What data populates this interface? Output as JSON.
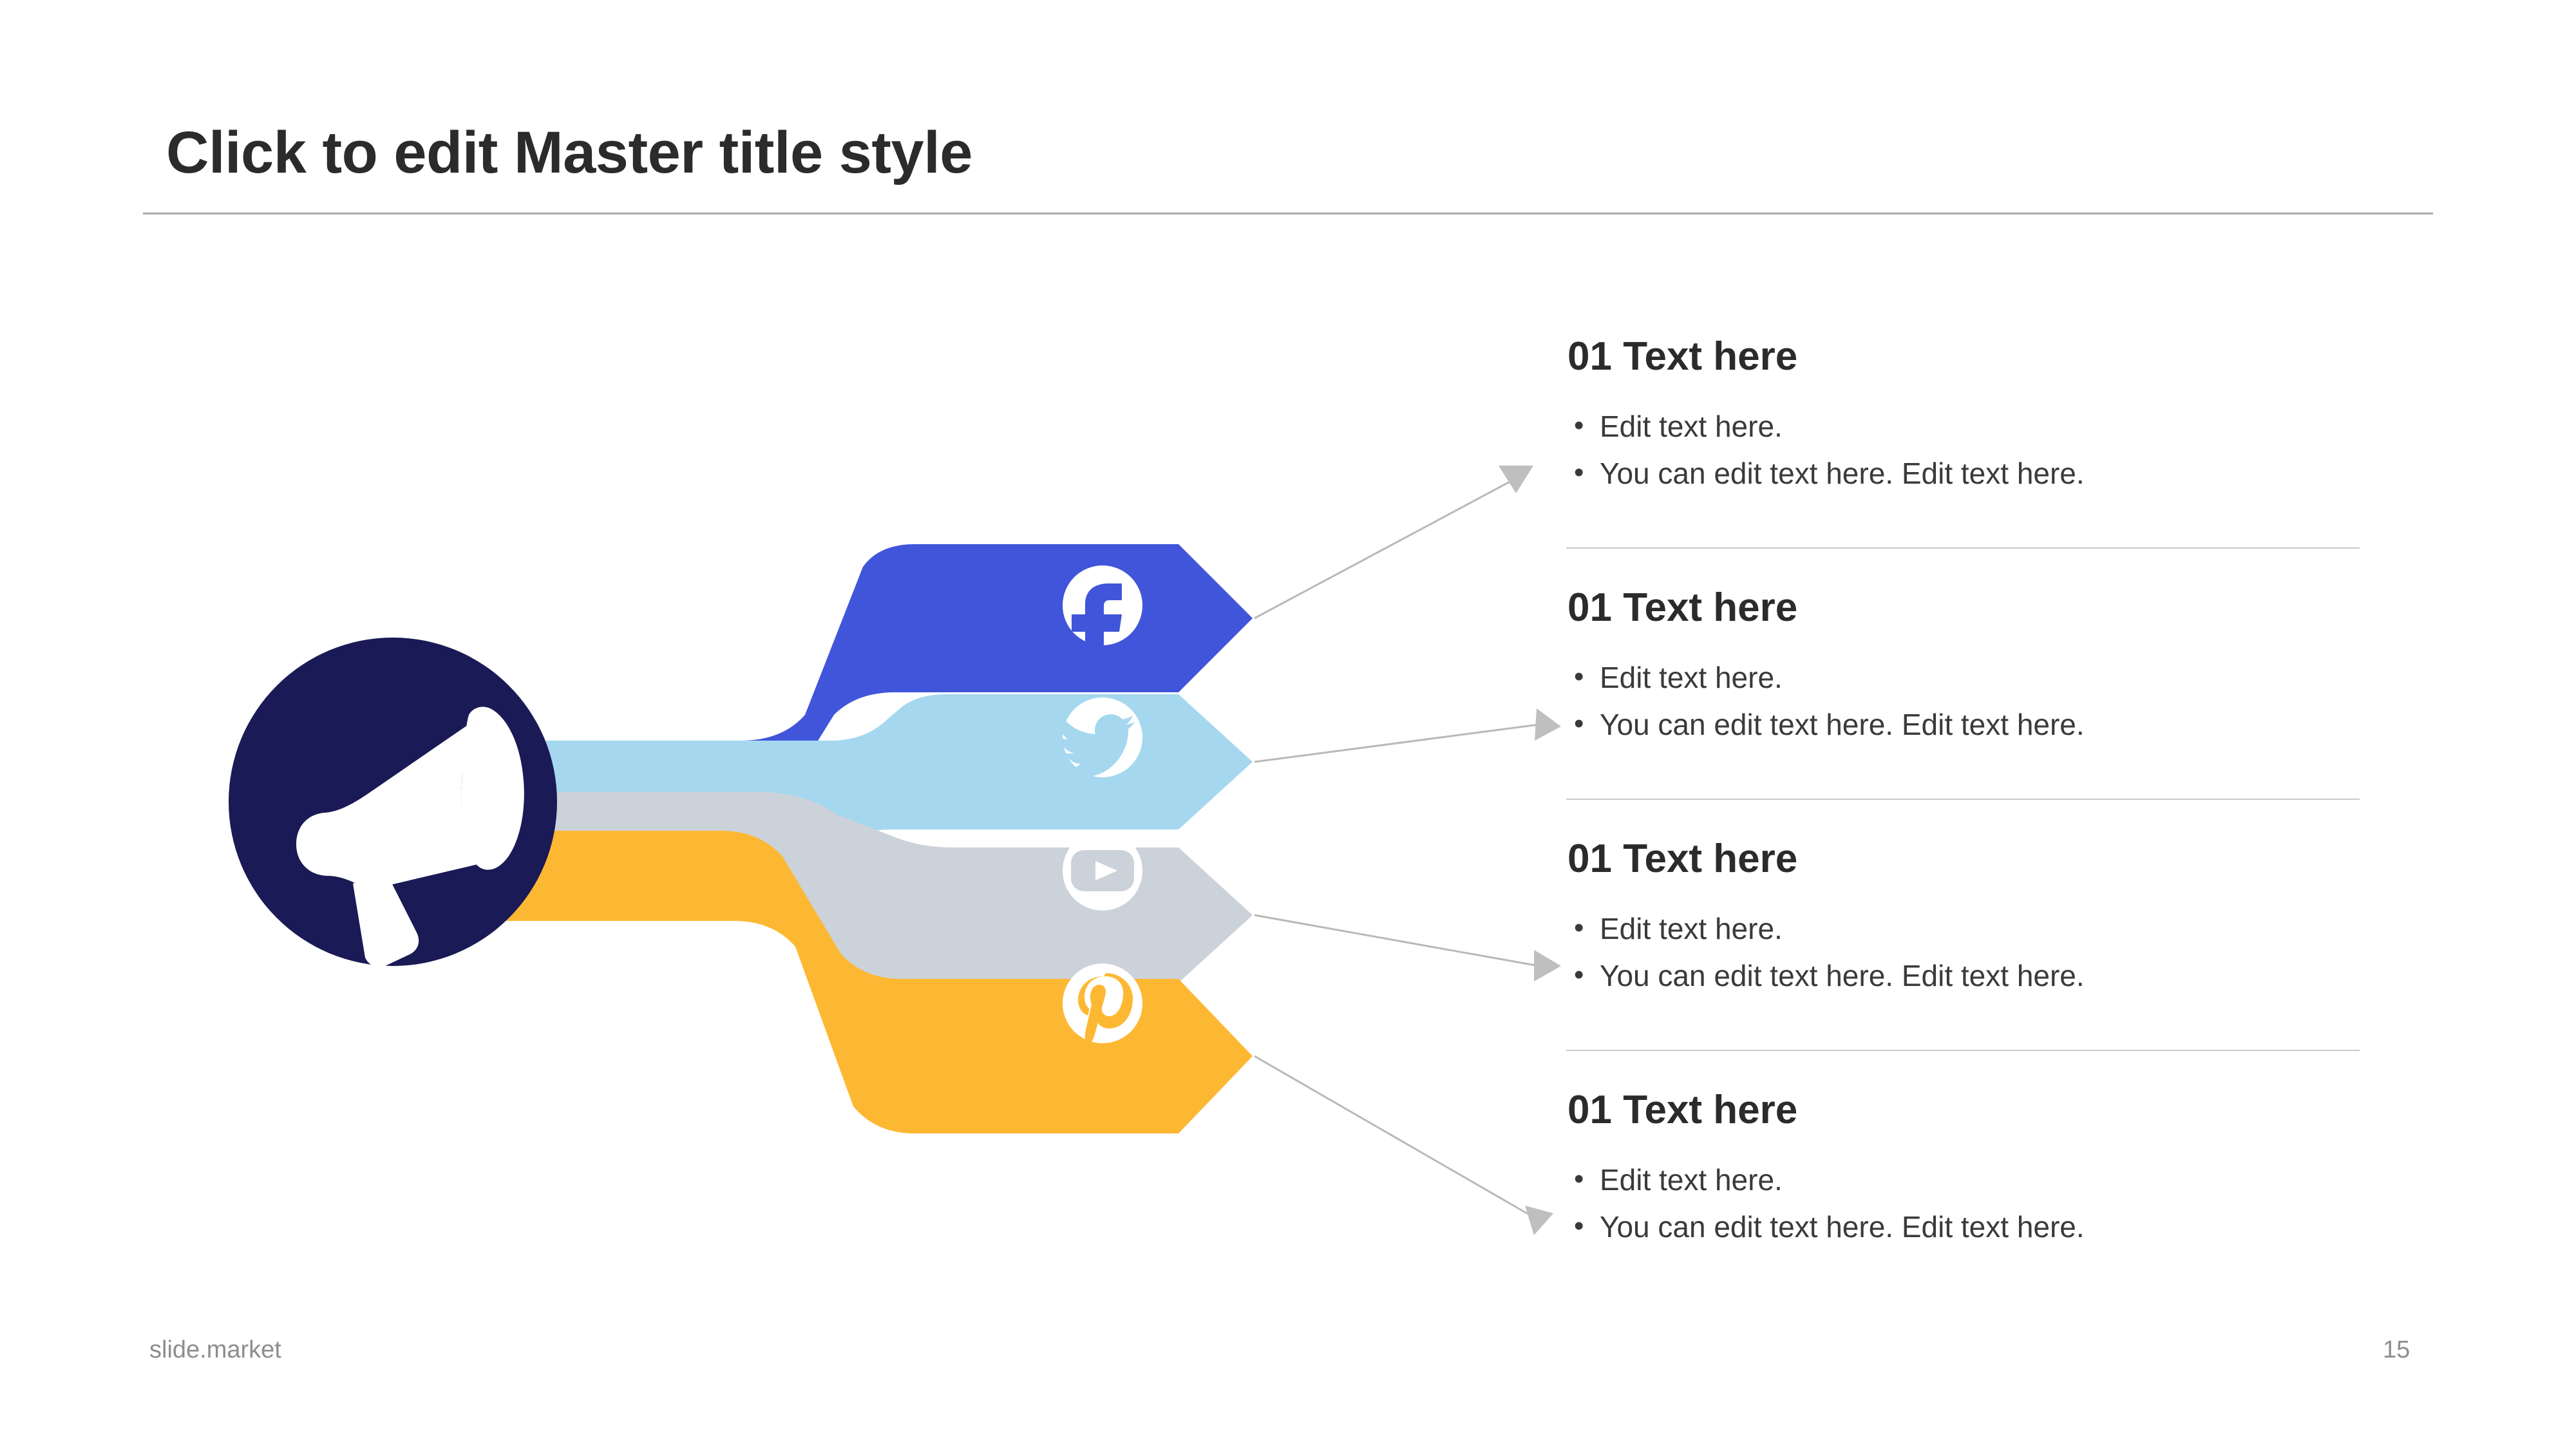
{
  "slide": {
    "title": "Click to edit Master title style",
    "page_number": "15",
    "brand": "slide.market",
    "background_color": "#ffffff",
    "title_color": "#2b2b2b",
    "rule_color": "#a9a9a9"
  },
  "hub": {
    "icon": "megaphone-icon",
    "circle_color": "#1a1a56",
    "icon_color": "#ffffff"
  },
  "bands": [
    {
      "icon": "facebook-icon",
      "icon_glyph": "f",
      "color": "#4055d9",
      "badge_bg": "#ffffff"
    },
    {
      "icon": "twitter-icon",
      "icon_glyph": "bird",
      "color": "#a5d8ef",
      "badge_bg": "#ffffff"
    },
    {
      "icon": "youtube-icon",
      "icon_glyph": "play",
      "color": "#ccd2d9",
      "badge_bg": "#ffffff"
    },
    {
      "icon": "pinterest-icon",
      "icon_glyph": "P",
      "color": "#fdb833",
      "badge_bg": "#ffffff"
    }
  ],
  "connectors": {
    "line_color": "#b9b9b9",
    "arrow_color": "#bfbfbf"
  },
  "info_blocks": [
    {
      "heading": "01 Text here",
      "bullet_marker": "•",
      "bullets": [
        "Edit text here.",
        "You can edit text here. Edit text here."
      ]
    },
    {
      "heading": "01 Text here",
      "bullet_marker": "•",
      "bullets": [
        "Edit text here.",
        "You can edit text here. Edit text here."
      ]
    },
    {
      "heading": "01 Text here",
      "bullet_marker": "•",
      "bullets": [
        "Edit text here.",
        "You can edit text here. Edit text here."
      ]
    },
    {
      "heading": "01 Text here",
      "bullet_marker": "•",
      "bullets": [
        "Edit text here.",
        "You can edit text here. Edit text here."
      ]
    }
  ]
}
